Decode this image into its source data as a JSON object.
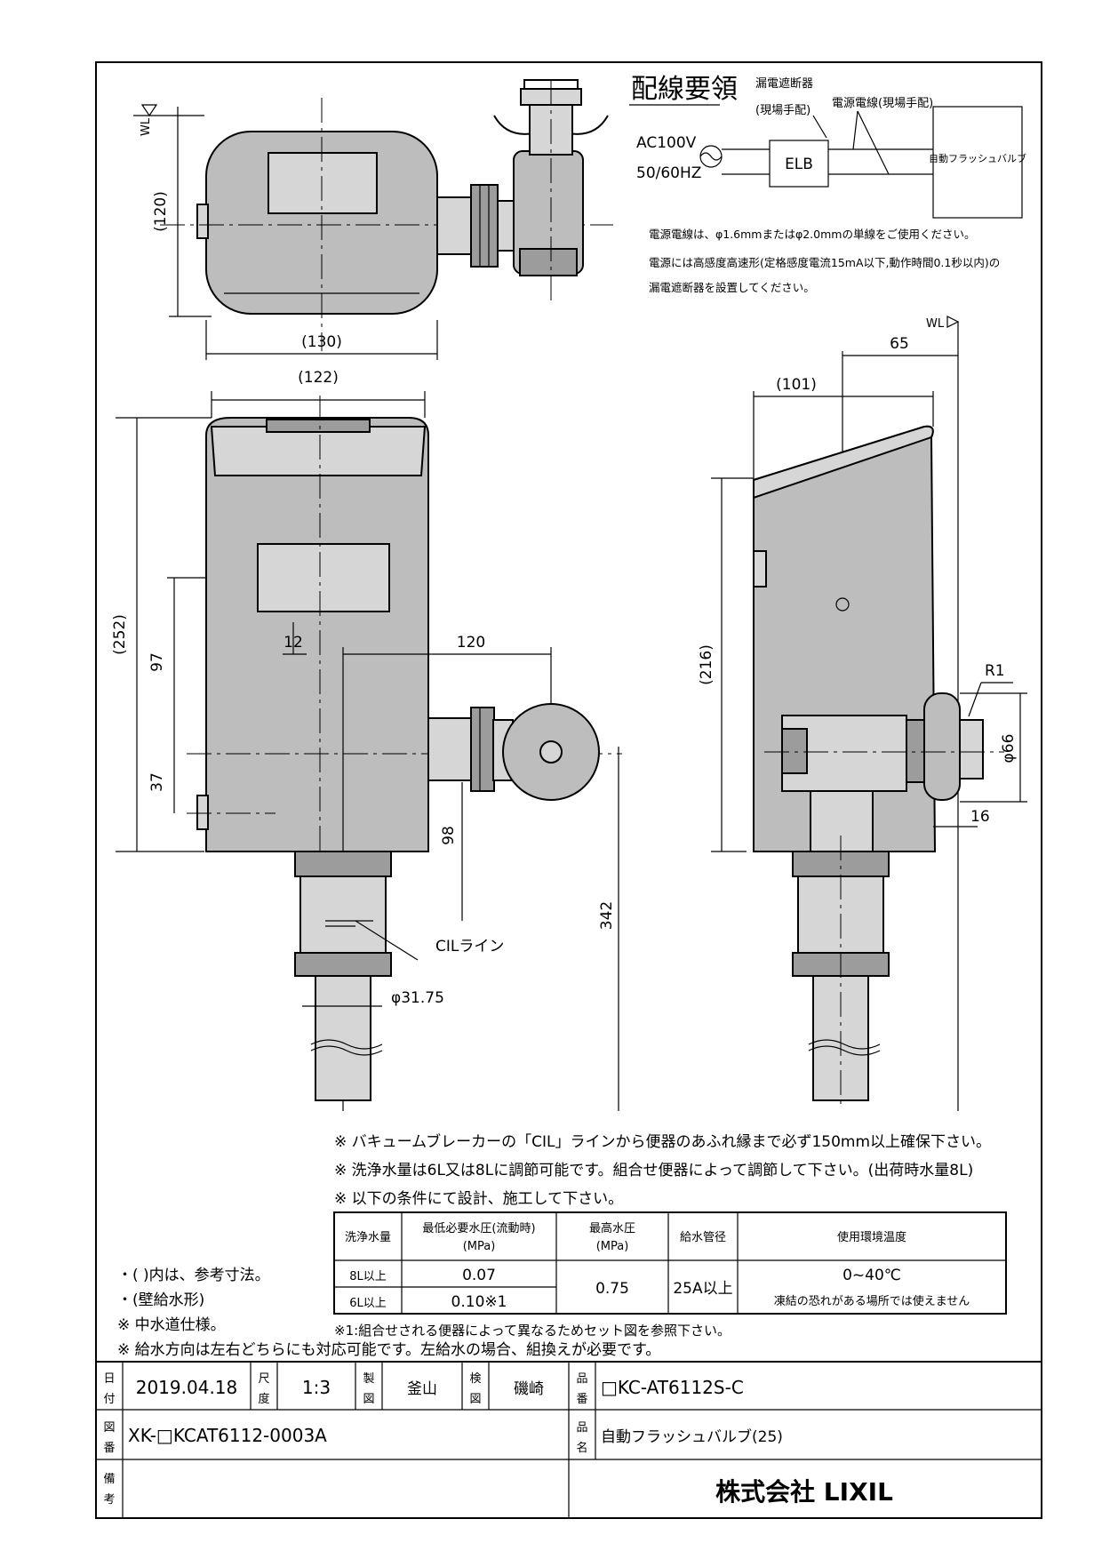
{
  "wiring": {
    "title": "配線要領",
    "leakage_breaker": "漏電遮断器",
    "leakage_breaker_sub": "(現場手配)",
    "power_wire": "電源電線(現場手配)",
    "power_source": "AC100V",
    "frequency": "50/60HZ",
    "elb": "ELB",
    "valve": "自動フラッシュバルブ",
    "note1": "電源電線は、φ1.6mmまたはφ2.0mmの単線をご使用ください。",
    "note2": "電源には高感度高速形(定格感度電流15mA以下,動作時間0.1秒以内)の",
    "note3": "漏電遮断器を設置してください。"
  },
  "dimensions": {
    "wl": "WL",
    "d120p": "(120)",
    "d130p": "(130)",
    "d122p": "(122)",
    "d101p": "(101)",
    "d65": "65",
    "d252p": "(252)",
    "d216p": "(216)",
    "d97": "97",
    "d37": "37",
    "d12": "12",
    "d120": "120",
    "d98": "98",
    "d342": "342",
    "cil": "CILライン",
    "pipe": "φ31.75",
    "r1": "R1",
    "phi66": "φ66",
    "d16": "16"
  },
  "notes": {
    "n1": "※ バキュームブレーカーの「CIL」ラインから便器のあふれ縁まで必ず150mm以上確保下さい。",
    "n2": "※ 洗浄水量は6L又は8Lに調節可能です。組合せ便器によって調節して下さい。(出荷時水量8L)",
    "n3": "※ 以下の条件にて設計、施工して下さい。",
    "footnote": "※1:組合せされる便器によって異なるためセット図を参照下さい。",
    "left1": "・( )内は、参考寸法。",
    "left2": "・(壁給水形)",
    "left3": "※ 中水道仕様。",
    "left4": "※ 給水方向は左右どちらにも対応可能です。左給水の場合、組換えが必要です。"
  },
  "spec_table": {
    "headers": [
      "洗浄水量",
      "最低必要水圧(流動時)",
      "(MPa)",
      "最高水圧",
      "(MPa)",
      "給水管径",
      "使用環境温度"
    ],
    "row1": [
      "8L以上",
      "0.07"
    ],
    "row2": [
      "6L以上",
      "0.10※1"
    ],
    "max_pressure": "0.75",
    "pipe_size": "25A以上",
    "temp": "0~40℃",
    "temp_note": "凍結の恐れがある場所では使えません"
  },
  "title_block": {
    "date_label": [
      "日",
      "付"
    ],
    "date": "2019.04.18",
    "scale_label": [
      "尺",
      "度"
    ],
    "scale": "1:3",
    "drawn_label": [
      "製",
      "図"
    ],
    "drawn": "釜山",
    "checked_label": [
      "検",
      "図"
    ],
    "checked": "磯崎",
    "part_no_label": [
      "品",
      "番"
    ],
    "part_no": "□KC-AT6112S-C",
    "drawing_no_label": [
      "図",
      "番"
    ],
    "drawing_no": "XK-□KCAT6112-0003A",
    "name_label": [
      "品",
      "名"
    ],
    "name": "自動フラッシュバルブ(25)",
    "remarks_label": [
      "備",
      "考"
    ],
    "company": "株式会社 LIXIL"
  }
}
